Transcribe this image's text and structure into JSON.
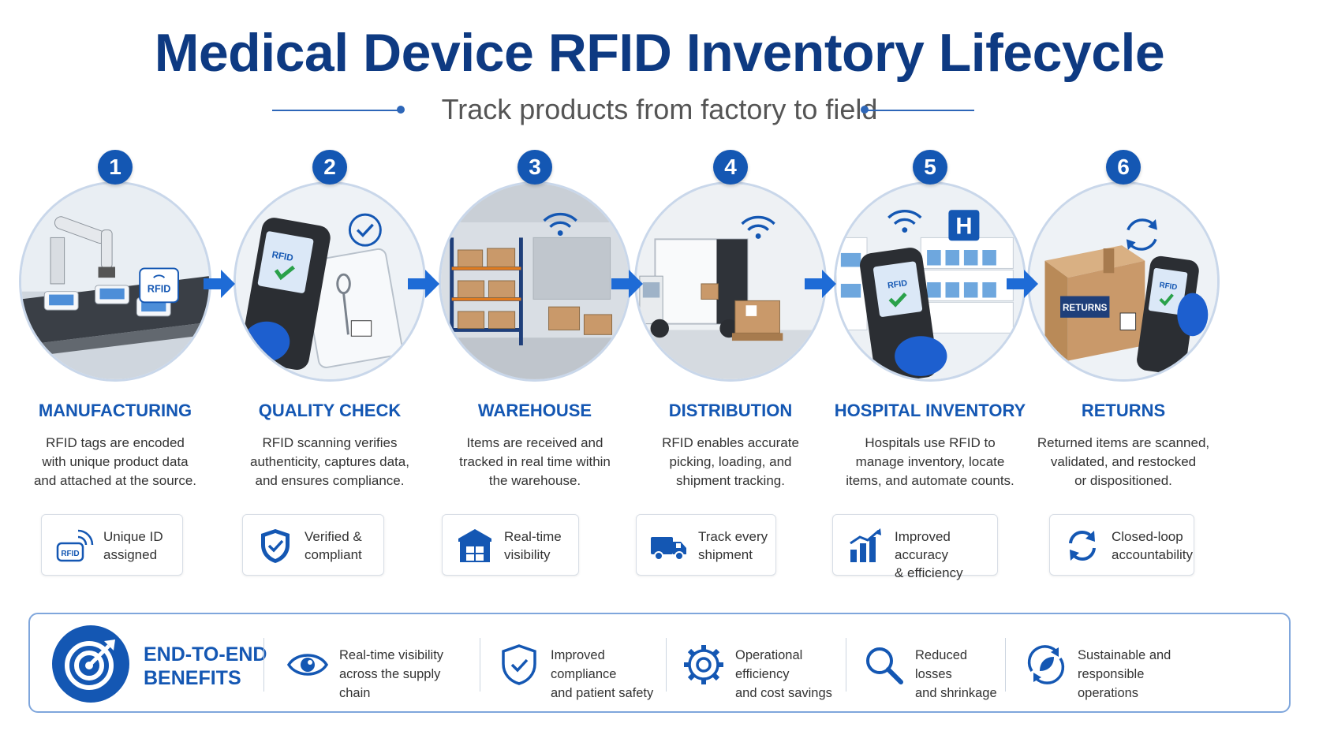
{
  "title": "Medical Device RFID Inventory Lifecycle",
  "subtitle": "Track products from factory to field",
  "colors": {
    "primary": "#1457b3",
    "title": "#0e3a82",
    "arrow": "#1e6bd6"
  },
  "stages": [
    {
      "number": "1",
      "title": "MANUFACTURING",
      "description": "RFID tags are encoded\nwith unique product data\nand attached at the source.",
      "badge_icon": "rfid-tag-icon",
      "badge_text": "Unique ID\nassigned",
      "image_label": "RFID"
    },
    {
      "number": "2",
      "title": "QUALITY CHECK",
      "description": "RFID scanning verifies\nauthenticity, captures data,\nand ensures compliance.",
      "badge_icon": "shield-check-icon",
      "badge_text": "Verified &\ncompliant",
      "image_label": "RFID"
    },
    {
      "number": "3",
      "title": "WAREHOUSE",
      "description": "Items are received and\ntracked in real time within\nthe warehouse.",
      "badge_icon": "warehouse-icon",
      "badge_text": "Real-time\nvisibility"
    },
    {
      "number": "4",
      "title": "DISTRIBUTION",
      "description": "RFID enables accurate\npicking, loading, and\nshipment tracking.",
      "badge_icon": "truck-icon",
      "badge_text": "Track every\nshipment"
    },
    {
      "number": "5",
      "title": "HOSPITAL INVENTORY",
      "description": "Hospitals use RFID to\nmanage inventory, locate\nitems, and automate counts.",
      "badge_icon": "bar-chart-icon",
      "badge_text": "Improved accuracy\n& efficiency",
      "image_label": "RFID",
      "hospital_sign": "H"
    },
    {
      "number": "6",
      "title": "RETURNS",
      "description": "Returned items are scanned,\nvalidated, and restocked\nor dispositioned.",
      "badge_icon": "refresh-icon",
      "badge_text": "Closed-loop\naccountability",
      "image_label": "RFID",
      "box_label": "RETURNS"
    }
  ],
  "benefits": {
    "title": "END-TO-END\nBENEFITS",
    "items": [
      {
        "icon": "eye-icon",
        "text": "Real-time visibility\nacross the supply chain"
      },
      {
        "icon": "shield-check-icon",
        "text": "Improved compliance\nand patient safety"
      },
      {
        "icon": "gear-icon",
        "text": "Operational efficiency\nand cost savings"
      },
      {
        "icon": "magnifier-icon",
        "text": "Reduced losses\nand shrinkage"
      },
      {
        "icon": "leaf-recycle-icon",
        "text": "Sustainable and\nresponsible operations"
      }
    ]
  }
}
